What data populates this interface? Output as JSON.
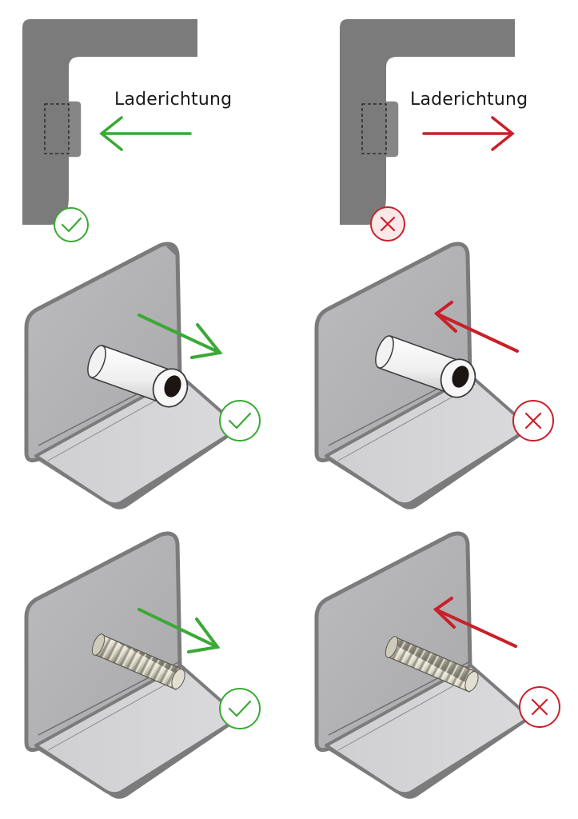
{
  "labels": {
    "load_direction_left": "Laderichtung",
    "load_direction_right": "Laderichtung"
  },
  "colors": {
    "correct": "#3aa935",
    "incorrect": "#c8202a",
    "sheet_dark": "#7a7a7a",
    "sheet_light": "#b7b7b9",
    "sheet_floor": "#d0d0d3"
  },
  "panels": [
    {
      "row": "side-view",
      "direction": "toward-sheet",
      "status": "correct",
      "icon": "check-icon"
    },
    {
      "row": "side-view",
      "direction": "away-from-sheet",
      "status": "incorrect",
      "icon": "cross-icon"
    },
    {
      "row": "standoff",
      "direction": "toward-sheet",
      "status": "correct",
      "icon": "check-icon"
    },
    {
      "row": "standoff",
      "direction": "away-from-sheet",
      "status": "incorrect",
      "icon": "cross-icon"
    },
    {
      "row": "stud",
      "direction": "toward-sheet",
      "status": "correct",
      "icon": "check-icon"
    },
    {
      "row": "stud",
      "direction": "away-from-sheet",
      "status": "incorrect",
      "icon": "cross-icon"
    }
  ]
}
